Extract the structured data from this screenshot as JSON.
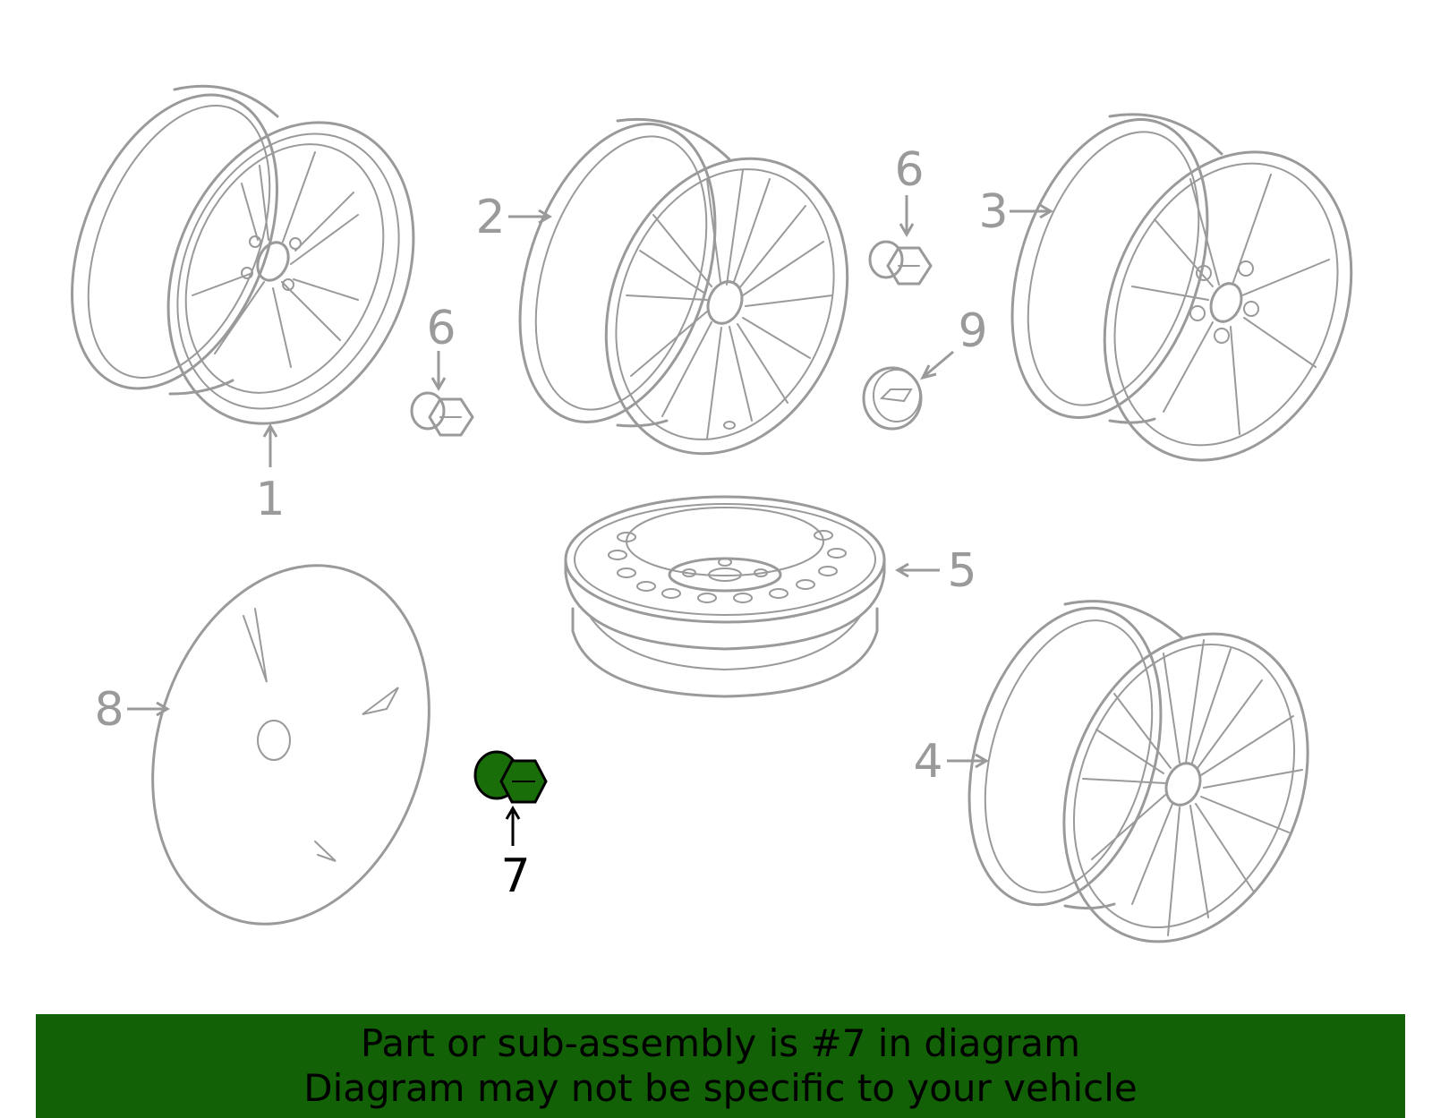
{
  "callouts": [
    {
      "id": "1",
      "label": "1"
    },
    {
      "id": "2",
      "label": "2"
    },
    {
      "id": "3",
      "label": "3"
    },
    {
      "id": "4",
      "label": "4"
    },
    {
      "id": "5",
      "label": "5"
    },
    {
      "id": "6a",
      "label": "6"
    },
    {
      "id": "6b",
      "label": "6"
    },
    {
      "id": "7",
      "label": "7"
    },
    {
      "id": "8",
      "label": "8"
    },
    {
      "id": "9",
      "label": "9"
    }
  ],
  "highlighted_part": "7",
  "colors": {
    "line": "#9a9a9a",
    "highlight": "#1a6e0a",
    "banner": "#136107",
    "text": "#000000"
  },
  "banner": {
    "line1": "Part or sub-assembly is #7 in diagram",
    "line2": "Diagram may not be specific to your vehicle"
  }
}
